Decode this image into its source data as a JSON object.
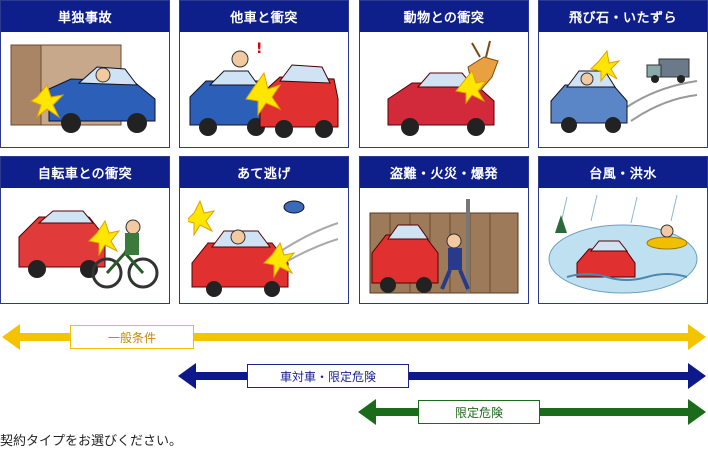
{
  "cards": [
    {
      "title": "単独事故"
    },
    {
      "title": "他車と衝突"
    },
    {
      "title": "動物との衝突"
    },
    {
      "title": "飛び石・いたずら"
    },
    {
      "title": "自転車との衝突"
    },
    {
      "title": "あて逃げ"
    },
    {
      "title": "盗難・火災・爆発"
    },
    {
      "title": "台風・洪水"
    }
  ],
  "coverage_bars": [
    {
      "label": "一般条件",
      "color": "#f4c400"
    },
    {
      "label": "車対車・限定危険",
      "color": "#0d188a"
    },
    {
      "label": "限定危険",
      "color": "#1a6b1a"
    }
  ],
  "footer": {
    "instruction": "契約タイプをお選びください。"
  },
  "colors": {
    "card_header": "#0e1f8c",
    "card_border": "#2b3a8f"
  }
}
